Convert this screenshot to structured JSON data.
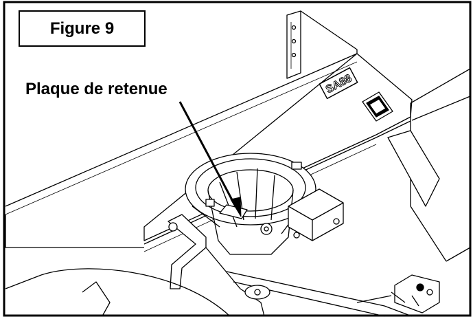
{
  "figure": {
    "title": "Figure 9",
    "callout_label": "Plaque de retenue",
    "model_badge": "SA88"
  },
  "colors": {
    "line": "#000000",
    "background": "#ffffff",
    "shade": "#d9d9d9"
  }
}
